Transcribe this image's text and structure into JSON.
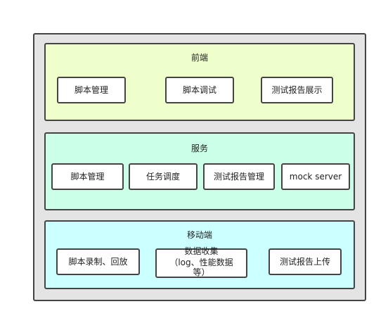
{
  "layers": {
    "frontend": {
      "title": "前端",
      "color": "#eeffcc",
      "items": [
        "脚本管理",
        "脚本调试",
        "测试报告展示"
      ]
    },
    "service": {
      "title": "服务",
      "color": "#ccffe8",
      "items": [
        "脚本管理",
        "任务调度",
        "测试报告管理",
        "mock server"
      ]
    },
    "mobile": {
      "title": "移动端",
      "color": "#ccffff",
      "items": [
        "脚本录制、回放",
        "数据收集",
        "（log、性能数据",
        "等）",
        "测试报告上传"
      ]
    }
  },
  "colors": {
    "outer_fill": "#e4e4e4",
    "border": "#444444",
    "node_fill": "#ffffff"
  }
}
